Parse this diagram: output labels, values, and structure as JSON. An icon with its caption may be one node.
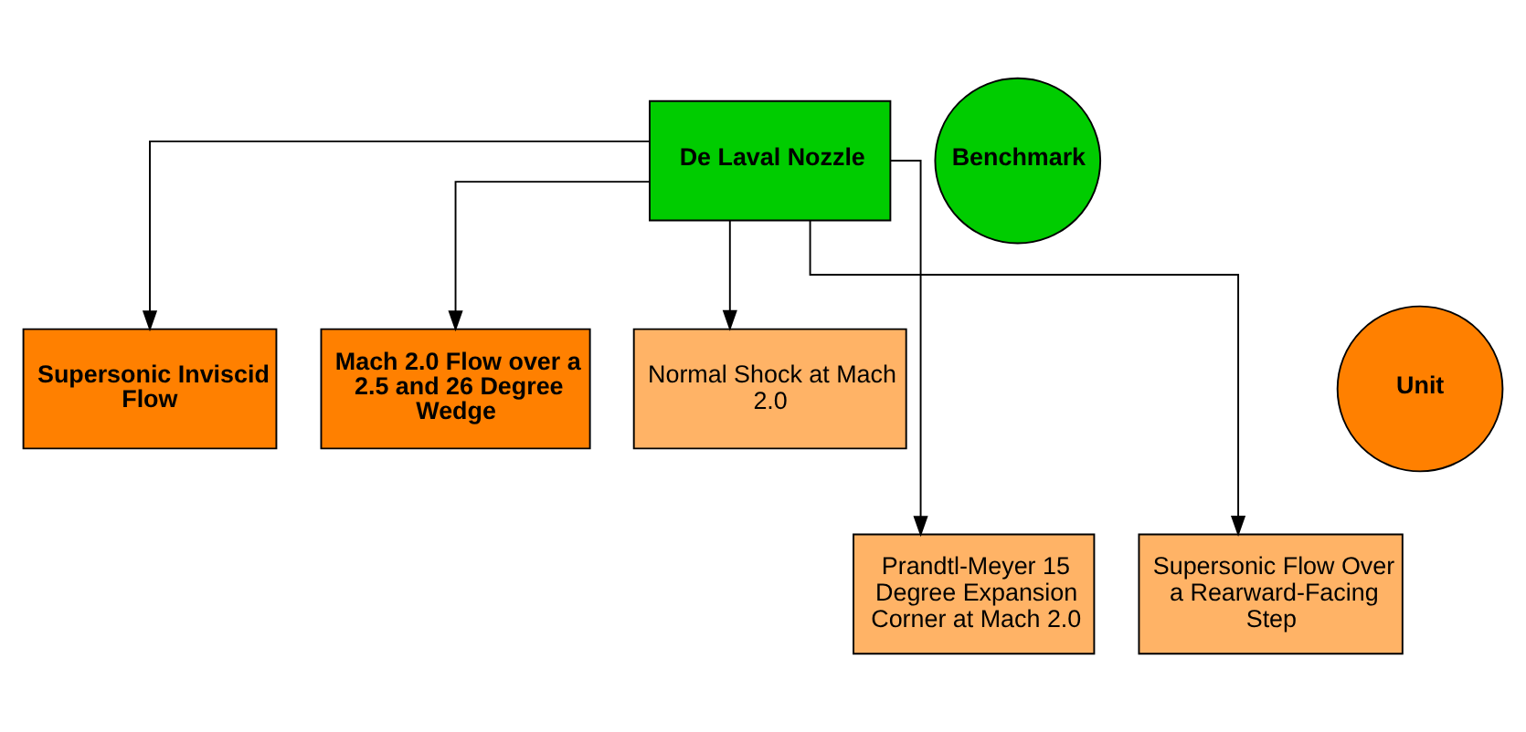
{
  "diagram": {
    "nodes": [
      {
        "text": [
          "De Laval Nozzle"
        ]
      },
      {
        "text": [
          "Supersonic Inviscid Flow"
        ]
      },
      {
        "text": [
          "Mach 2.0 Flow over a 2.5 and 26 Degree Wedge"
        ]
      },
      {
        "text": [
          "Normal Shock at Mach 2.0"
        ]
      },
      {
        "text": [
          "Prandtl-Meyer 15 Degree Expansion Corner at Mach 2.0"
        ]
      },
      {
        "text": [
          "Supersonic Flow Over a Rearward-Facing Step"
        ]
      },
      {
        "text": [
          "Benchmark"
        ]
      },
      {
        "text": [
          "Unit"
        ]
      }
    ],
    "edges": [
      {
        "from": 0,
        "to": 1,
        "arrow": "to"
      },
      {
        "from": 0,
        "to": 4,
        "arrow": "to"
      },
      {
        "from": 0,
        "to": 2,
        "arrow": "to"
      },
      {
        "from": 0,
        "to": 5,
        "arrow": "to"
      },
      {
        "from": 0,
        "to": 3,
        "arrow": "to"
      }
    ]
  }
}
